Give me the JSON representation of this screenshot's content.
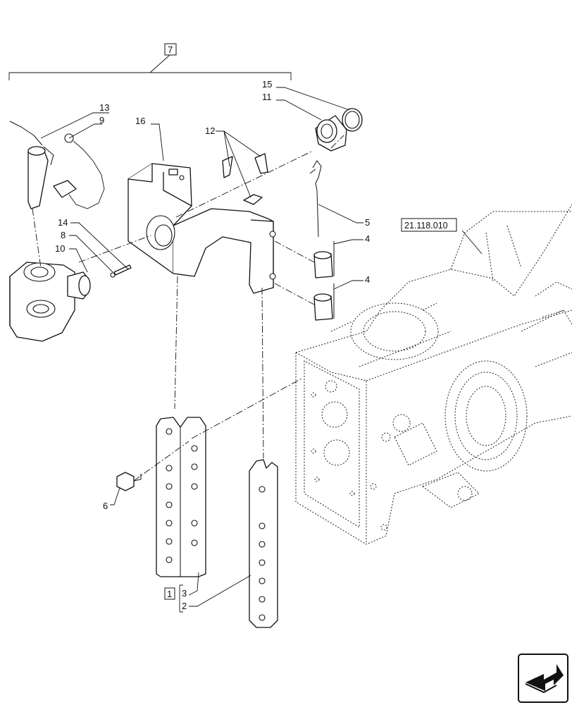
{
  "group_label": "7",
  "callouts": {
    "c1": "1",
    "c2": "2",
    "c3": "3",
    "c4a": "4",
    "c4b": "4",
    "c5": "5",
    "c6": "6",
    "c8": "8",
    "c9": "9",
    "c10": "10",
    "c11": "11",
    "c12": "12",
    "c13": "13",
    "c14": "14",
    "c15": "15",
    "c16": "16"
  },
  "reference": "21.118.010",
  "nav_icon": "next-page-arrow-icon"
}
